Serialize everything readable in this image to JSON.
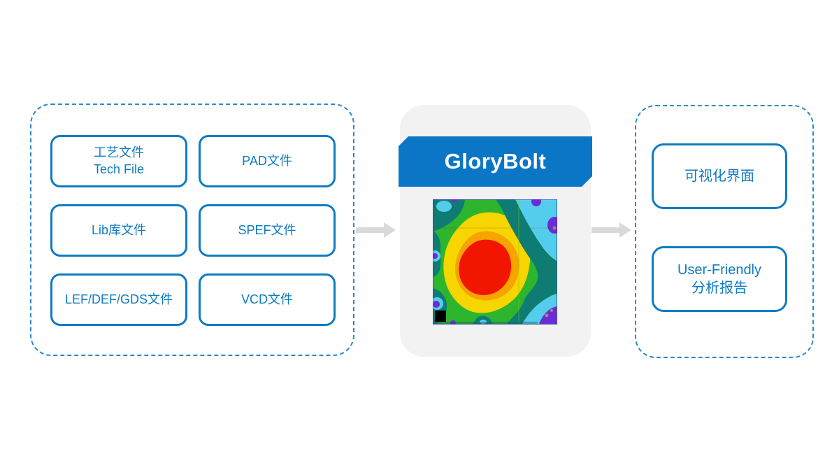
{
  "left_panel": {
    "items": [
      {
        "label": "工艺文件\nTech File"
      },
      {
        "label": "PAD文件"
      },
      {
        "label": "Lib库文件"
      },
      {
        "label": "SPEF文件"
      },
      {
        "label": "LEF/DEF/GDS文件"
      },
      {
        "label": "VCD文件"
      }
    ]
  },
  "center": {
    "banner_label": "GloryBolt"
  },
  "right_panel": {
    "items": [
      {
        "label": "可视化界面"
      },
      {
        "label": "User-Friendly\n分析报告"
      }
    ]
  },
  "colors": {
    "brand_blue": "#0f7bc2",
    "ribbon_blue": "#0b76c6",
    "card_gray": "#f2f2f3",
    "arrow_gray": "#d9d9d9"
  },
  "heatmap": {
    "colors": {
      "green": "#2db52d",
      "teal": "#0e7c72",
      "cyan": "#54cdec",
      "purple": "#6a2bd9",
      "yellow": "#f6d500",
      "orange": "#f7a300",
      "red": "#f21500",
      "black": "#000000",
      "tan": "#b5836b"
    }
  }
}
